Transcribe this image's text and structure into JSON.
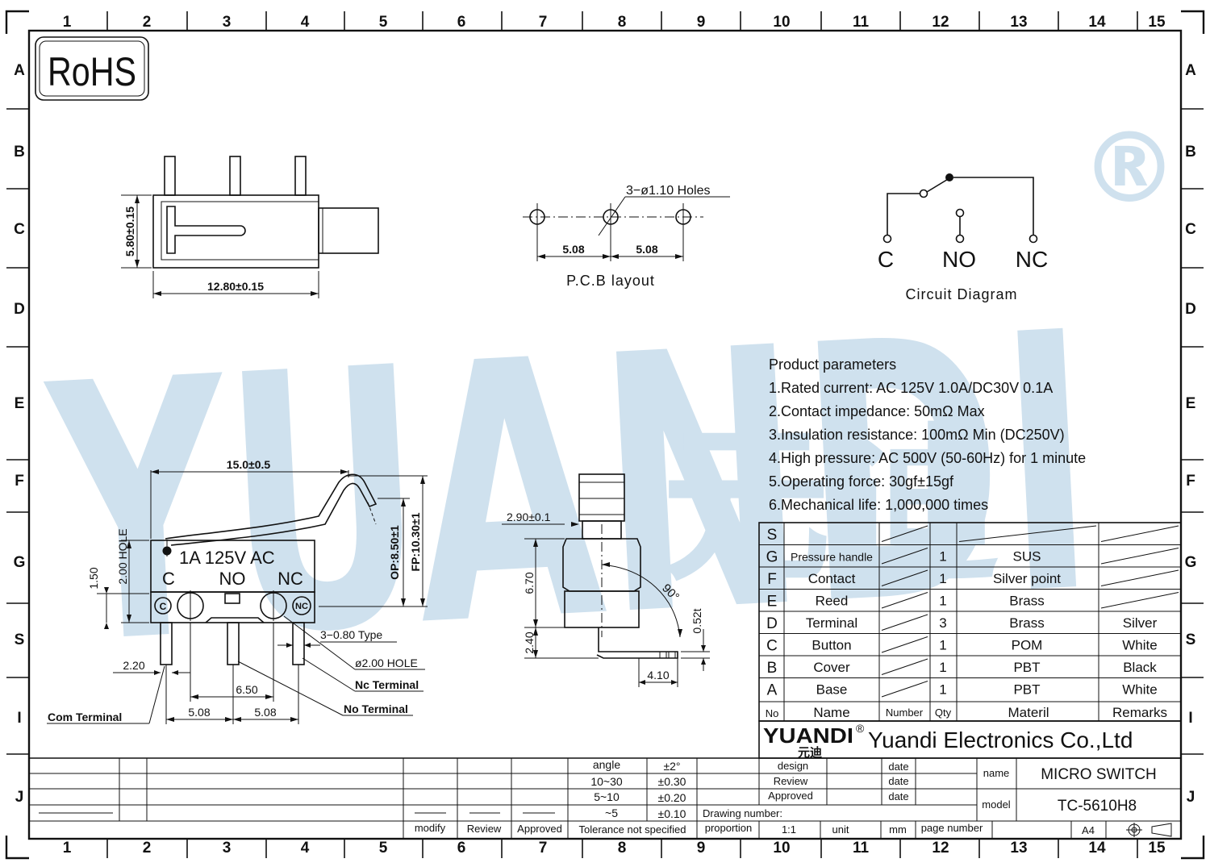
{
  "frame": {
    "col_labels": [
      "1",
      "2",
      "3",
      "4",
      "5",
      "6",
      "7",
      "8",
      "9",
      "10",
      "11",
      "12",
      "13",
      "14",
      "15"
    ],
    "row_labels": [
      "A",
      "B",
      "C",
      "D",
      "E",
      "F",
      "G",
      "S",
      "I",
      "J"
    ]
  },
  "rohs_logo": "RoHS",
  "watermark": {
    "text": "YUANDI",
    "cn": "元迪",
    "reg": "®"
  },
  "top_view": {
    "dim_width": "12.80±0.15",
    "dim_height": "5.80±0.15"
  },
  "pcb_layout": {
    "holes_note": "3−ø1.10  Holes",
    "pitch_1": "5.08",
    "pitch_2": "5.08",
    "caption": "P.C.B  layout"
  },
  "circuit": {
    "c": "C",
    "no": "NO",
    "nc": "NC",
    "caption": "Circuit  Diagram"
  },
  "params": {
    "title": "Product parameters",
    "items": [
      "1.Rated current: AC 125V 1.0A/DC30V 0.1A",
      "2.Contact impedance: 50mΩ Max",
      "3.Insulation resistance: 100mΩ Min  (DC250V)",
      "4.High pressure: AC 500V   (50-60Hz)  for 1 minute",
      "5.Operating force: 30gf±15gf",
      "6.Mechanical life: 1,000,000 times"
    ]
  },
  "front_view": {
    "dim_length": "15.0±0.5",
    "dim_op": "OP:8.50±1",
    "dim_fp": "FP:10.30±1",
    "dim_hole_2": "2.00  HOLE",
    "dim_150": "1.50",
    "body_text_rating": "1A  125V  AC",
    "body_c": "C",
    "body_no": "NO",
    "body_nc": "NC",
    "mark_c": "C",
    "mark_nc": "NC",
    "dim_220": "2.20",
    "dim_650": "6.50",
    "dim_508a": "5.08",
    "dim_508b": "5.08",
    "note_type": "3−0.80  Type",
    "note_hole": "ø2.00  HOLE",
    "note_nc_term": "Nc  Terminal",
    "note_no_term": "No  Terminal",
    "note_com_term": "Com  Terminal"
  },
  "side_view": {
    "dim_290": "2.90±0.1",
    "dim_670": "6.70",
    "dim_240": "2.40",
    "dim_410": "4.10",
    "dim_052": "0.52t",
    "angle": "90°"
  },
  "bom": {
    "header": {
      "no": "No",
      "name": "Name",
      "number": "Number",
      "qty": "Qty",
      "material": "Materil",
      "remarks": "Remarks"
    },
    "rows": [
      {
        "no": "S",
        "name": "",
        "qty": "",
        "material": "",
        "remarks": ""
      },
      {
        "no": "G",
        "name": "Pressure handle",
        "qty": "1",
        "material": "SUS",
        "remarks": ""
      },
      {
        "no": "F",
        "name": "Contact",
        "qty": "1",
        "material": "Silver point",
        "remarks": ""
      },
      {
        "no": "E",
        "name": "Reed",
        "qty": "1",
        "material": "Brass",
        "remarks": ""
      },
      {
        "no": "D",
        "name": "Terminal",
        "qty": "3",
        "material": "Brass",
        "remarks": "Silver"
      },
      {
        "no": "C",
        "name": "Button",
        "qty": "1",
        "material": "POM",
        "remarks": "White"
      },
      {
        "no": "B",
        "name": "Cover",
        "qty": "1",
        "material": "PBT",
        "remarks": "Black"
      },
      {
        "no": "A",
        "name": "Base",
        "qty": "1",
        "material": "PBT",
        "remarks": "White"
      }
    ]
  },
  "company": {
    "logo": "YUANDI",
    "logo_cn": "元迪",
    "reg": "®",
    "name": "Yuandi Electronics Co.,Ltd"
  },
  "title_block": {
    "tolerance_rows": [
      {
        "range": "angle",
        "tol": "±2°"
      },
      {
        "range": "10~30",
        "tol": "±0.30"
      },
      {
        "range": "5~10",
        "tol": "±0.20"
      },
      {
        "range": "~5",
        "tol": "±0.10"
      }
    ],
    "modify": "modify",
    "review": "Review",
    "approved": "Approved",
    "tolerance_label": "Tolerance not specified",
    "design": "design",
    "review2": "Review",
    "approved2": "Approved",
    "date1": "date",
    "date2": "date",
    "date3": "date",
    "drawing_number": "Drawing number:",
    "proportion": "proportion",
    "scale": "1:1",
    "unit": "unit",
    "unit_val": "mm",
    "page_number": "page number",
    "name_label": "name",
    "name_val": "MICRO SWITCH",
    "model_label": "model",
    "model_val": "TC-5610H8",
    "paper": "A4"
  }
}
